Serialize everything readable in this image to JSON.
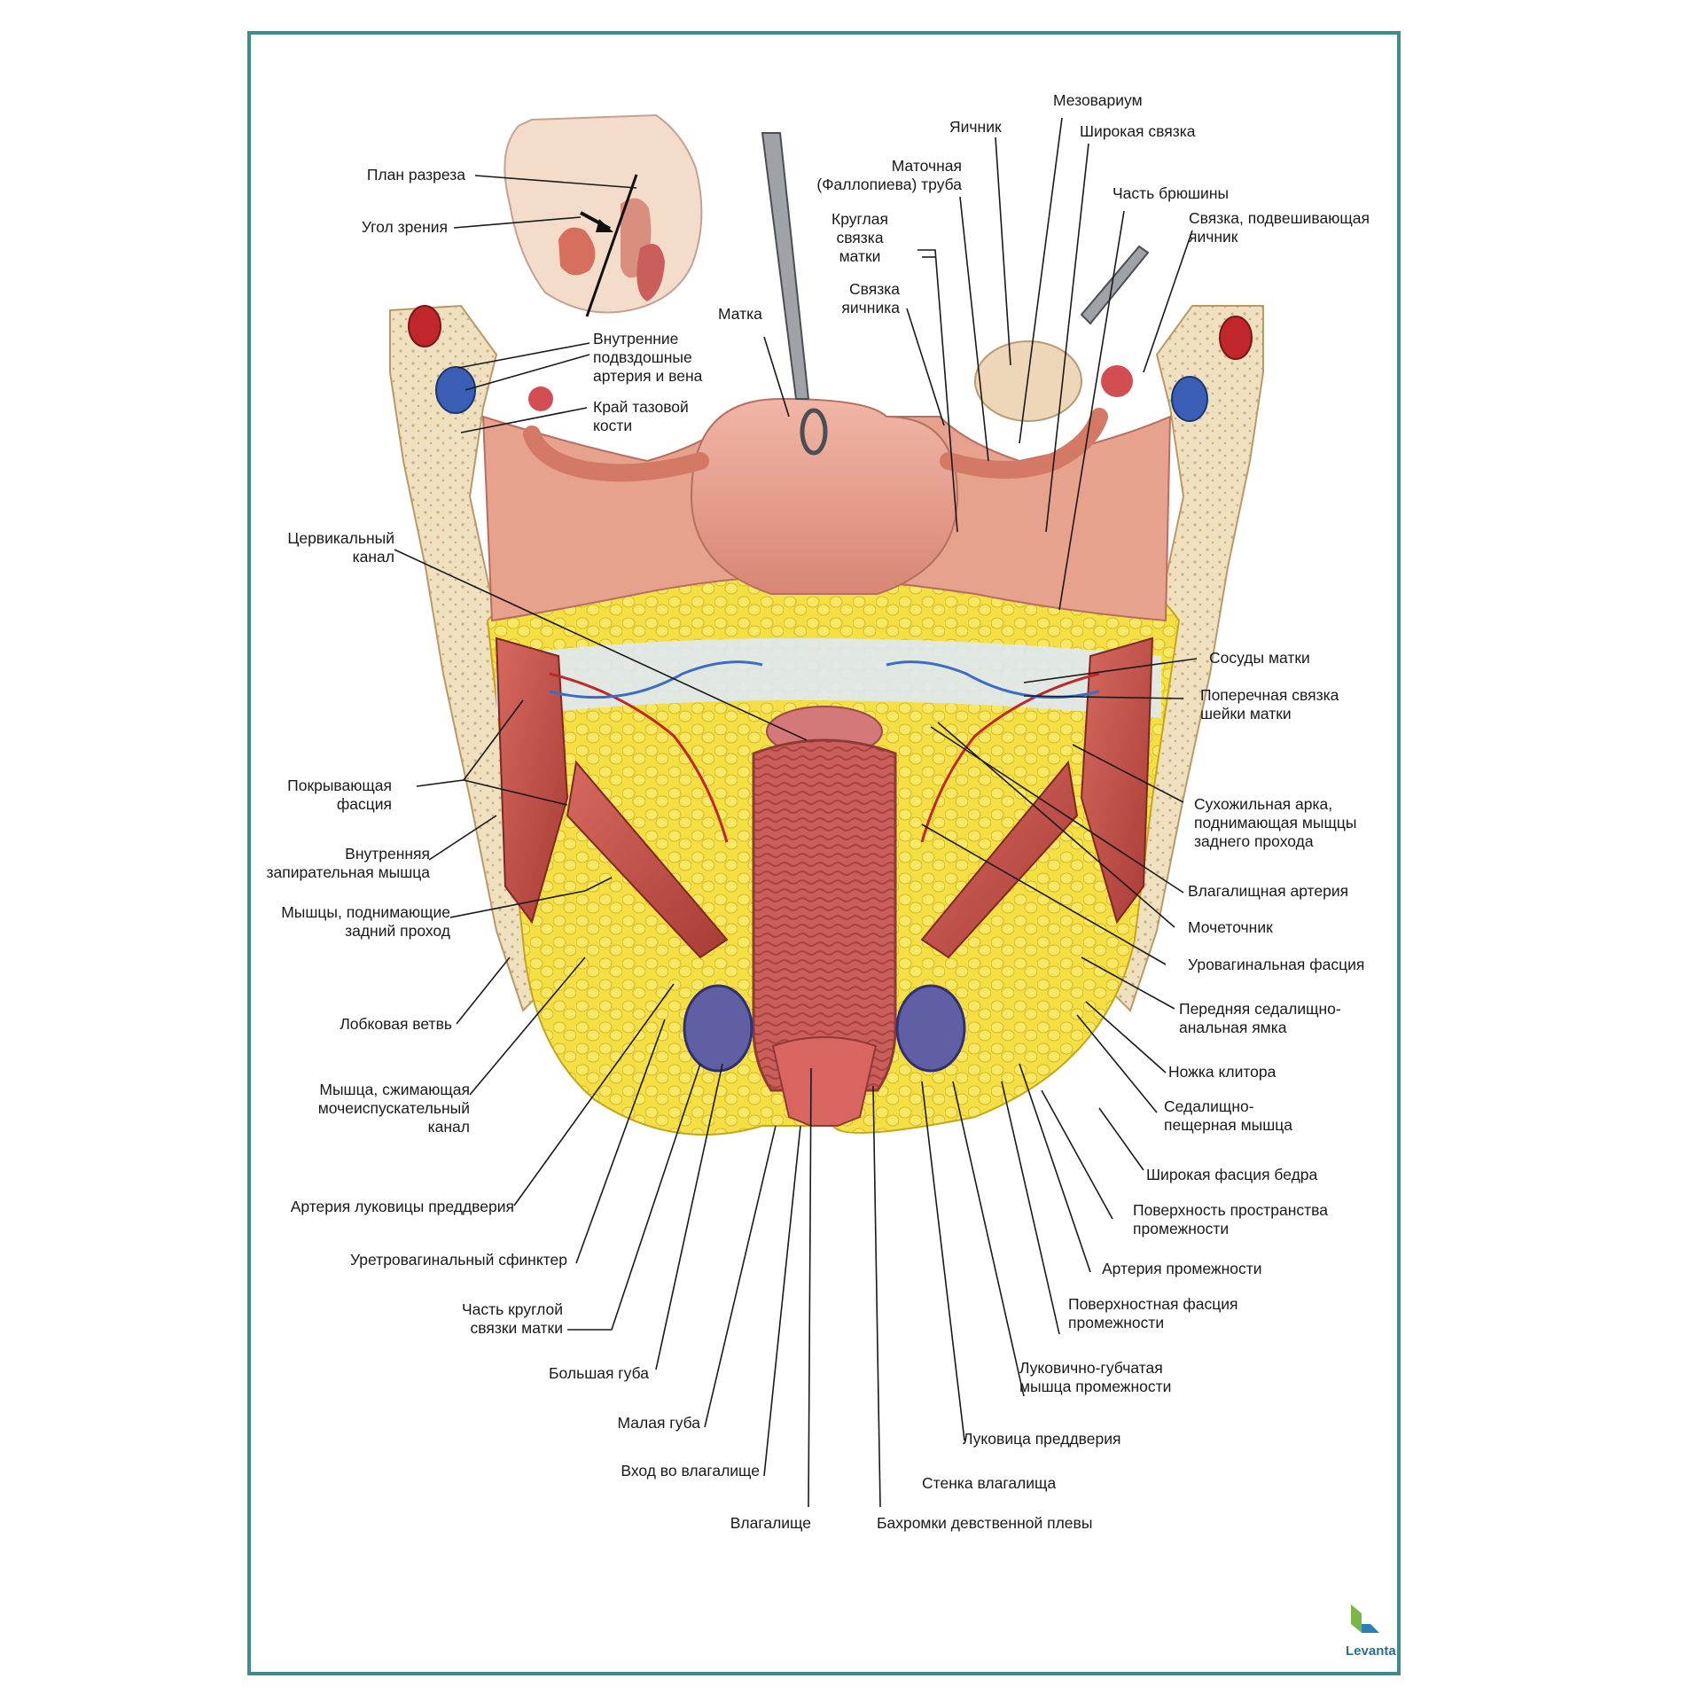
{
  "brand": "Levanta",
  "colors": {
    "frame": "#3b8e8c",
    "bone": "#efe1be",
    "fat": "#f2dc3a",
    "muscle": "#c4514a",
    "uterus": "#e9a493",
    "vein": "#3a5fb4",
    "artery": "#c0262a",
    "vessel_blue": "#3b6dc4"
  },
  "labels": {
    "plan": "План разреза",
    "angle": "Угол зрения",
    "iliac": [
      "Внутренние",
      "подвздошные",
      "артерия и вена"
    ],
    "pelvic_edge": [
      "Край тазовой",
      "кости"
    ],
    "uterus": "Матка",
    "round_lig": [
      "Круглая",
      "связка",
      "матки"
    ],
    "tube": [
      "Маточная",
      "(Фаллопиева) труба"
    ],
    "ovarian_lig": [
      "Связка",
      "яичника"
    ],
    "ovary": "Яичник",
    "mesovarium": "Мезовариум",
    "broad_lig": "Широкая связка",
    "peritoneum": "Часть брюшины",
    "suspensory": [
      "Связка, подвешивающая",
      "яичник"
    ],
    "cervical": [
      "Цервикальный",
      "канал"
    ],
    "uterine_vessels": "Сосуды матки",
    "cardinal": [
      "Поперечная связка",
      "шейки матки"
    ],
    "covering_fascia": [
      "Покрывающая",
      "фасция"
    ],
    "obturator": [
      "Внутренняя",
      "запирательная мышца"
    ],
    "tendinous_arch": [
      "Сухожильная арка,",
      "поднимающая мыщцы",
      "заднего прохода"
    ],
    "levator": [
      "Мышцы, поднимающие",
      "задний проход"
    ],
    "vaginal_artery": "Влагалищная артерия",
    "ureter": "Мочеточник",
    "urovaginal": "Уровагинальная фасция",
    "pubic_ramus": "Лобковая ветвь",
    "ischioanal": [
      "Передняя седалищно-",
      "анальная ямка"
    ],
    "urethral_sphincter": [
      "Мышца, сжимающая",
      "мочеиспускательный",
      "канал"
    ],
    "clitoris_crus": "Ножка клитора",
    "ischiocav": [
      "Седалищно-",
      "пещерная мышца"
    ],
    "fascia_lata": "Широкая фасция бедра",
    "bulb_artery": "Артерия луковицы преддверия",
    "perineal_space": [
      "Поверхность пространства",
      "промежности"
    ],
    "urethrovaginal": "Уретровагинальный сфинктер",
    "perineal_artery": "Артерия промежности",
    "round_lig_part": [
      "Часть круглой",
      "связки матки"
    ],
    "superficial_fascia": [
      "Поверхностная фасция",
      "промежности"
    ],
    "labia_major": "Большая губа",
    "bulbospongiosus": [
      "Луковично-губчатая",
      "мышца промежности"
    ],
    "labia_minor": "Малая губа",
    "bulb": "Луковица преддверия",
    "introitus": "Вход во влагалище",
    "vagina_wall": "Стенка влагалища",
    "vagina": "Влагалище",
    "hymen": "Бахромки девственной плевы"
  }
}
